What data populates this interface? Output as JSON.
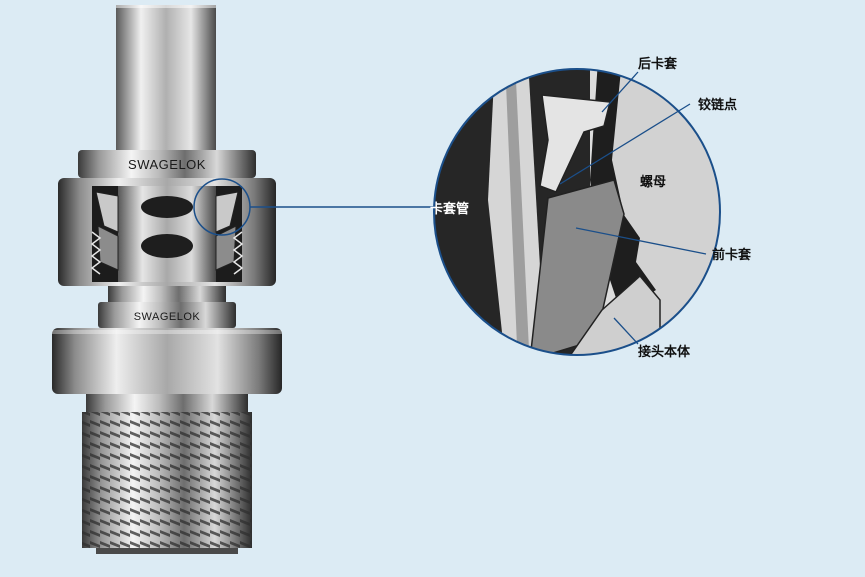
{
  "diagram": {
    "brand_top": "SWAGELOK",
    "brand_bottom": "SWAGELOK",
    "labels": {
      "rear_ferrule": "后卡套",
      "hinge_point": "铰链点",
      "nut": "螺母",
      "tube": "卡套管",
      "front_ferrule": "前卡套",
      "fitting_body": "接头本体"
    }
  },
  "colors": {
    "background": "#dcebf4",
    "leader_line": "#1b4f8a",
    "zoom_background": "#2a2a2a"
  }
}
